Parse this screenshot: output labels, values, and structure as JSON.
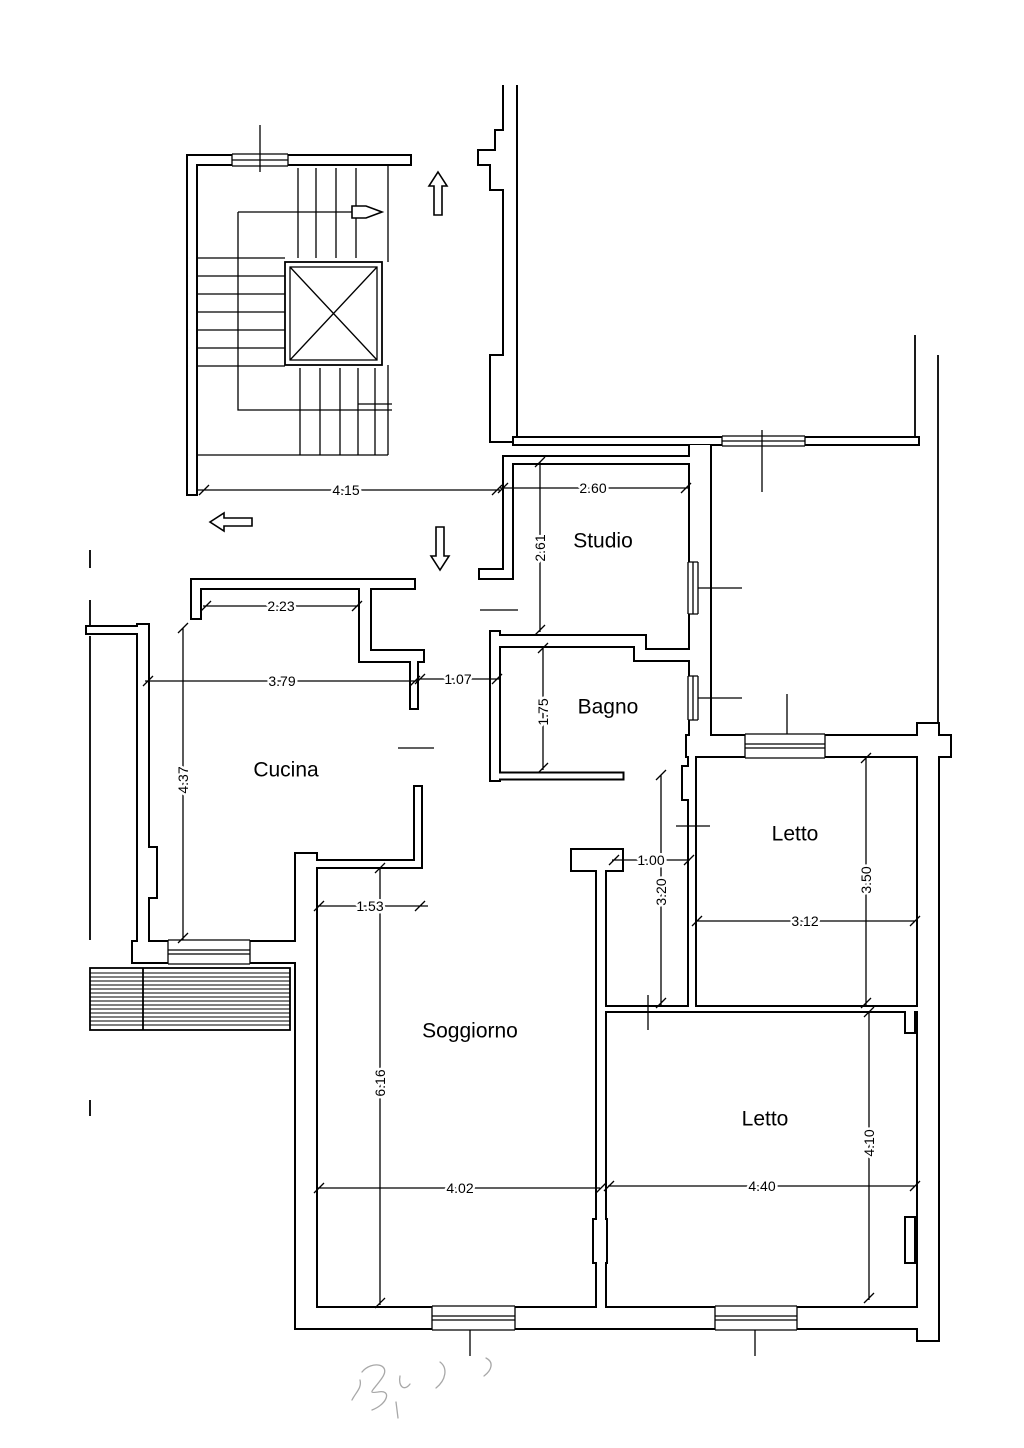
{
  "rooms": [
    {
      "label": "Studio"
    },
    {
      "label": "Bagno"
    },
    {
      "label": "Cucina"
    },
    {
      "label": "Letto"
    },
    {
      "label": "Soggiorno"
    },
    {
      "label": "Letto"
    }
  ],
  "dimensions": [
    "4.15",
    "2.60",
    "2.61",
    "2.23",
    "3.79",
    "1.07",
    "1.75",
    "4.37",
    "1.00",
    "3.20",
    "3.50",
    "3.12",
    "1.53",
    "6.16",
    "4.02",
    "4.40",
    "4.10"
  ],
  "symbols": {
    "arrows": [
      "arrow-up-icon",
      "arrow-left-icon",
      "arrow-down-icon",
      "stair-direction-arrow-icon"
    ],
    "elevator": "elevator-shaft-icon"
  },
  "colors": {
    "line": "#000000",
    "background": "#ffffff",
    "signature": "#a8a8a8"
  }
}
